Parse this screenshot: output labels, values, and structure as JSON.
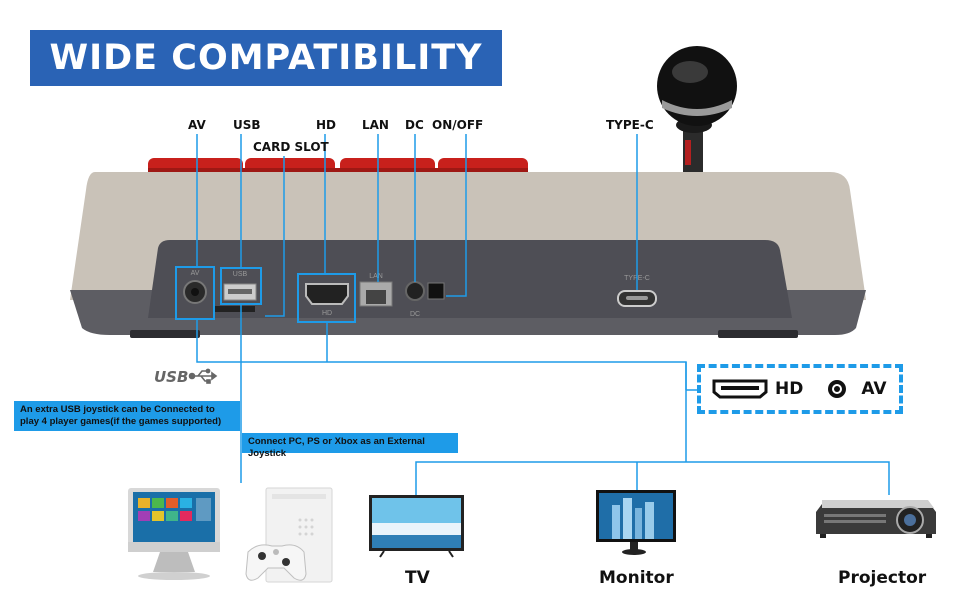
{
  "banner": {
    "title": "WIDE COMPATIBILITY",
    "color": "#2a63b5"
  },
  "ports": {
    "av": "AV",
    "usb": "USB",
    "card_slot": "CARD SLOT",
    "hd": "HD",
    "lan": "LAN",
    "dc": "DC",
    "onoff": "ON/OFF",
    "typec": "TYPE-C"
  },
  "panel_print": {
    "av": "AV",
    "usb": "USB",
    "lan": "LAN",
    "hd": "HD",
    "dc": "DC",
    "typec": "TYPE-C"
  },
  "usb_logo": "USB",
  "callouts": {
    "extra_joystick": "An extra USB joystick can be Connected to play 4 player games(if the games supported)",
    "external_joystick": "Connect PC, PS or Xbox  as an External Joystick"
  },
  "legend": {
    "hd": "HD",
    "av": "AV"
  },
  "devices": {
    "tv": "TV",
    "monitor": "Monitor",
    "projector": "Projector"
  },
  "colors": {
    "accent_blue": "#1e9be8",
    "button_red": "#c8201c",
    "console_body": "#c9c2b8",
    "console_panel": "#5b5b61"
  }
}
